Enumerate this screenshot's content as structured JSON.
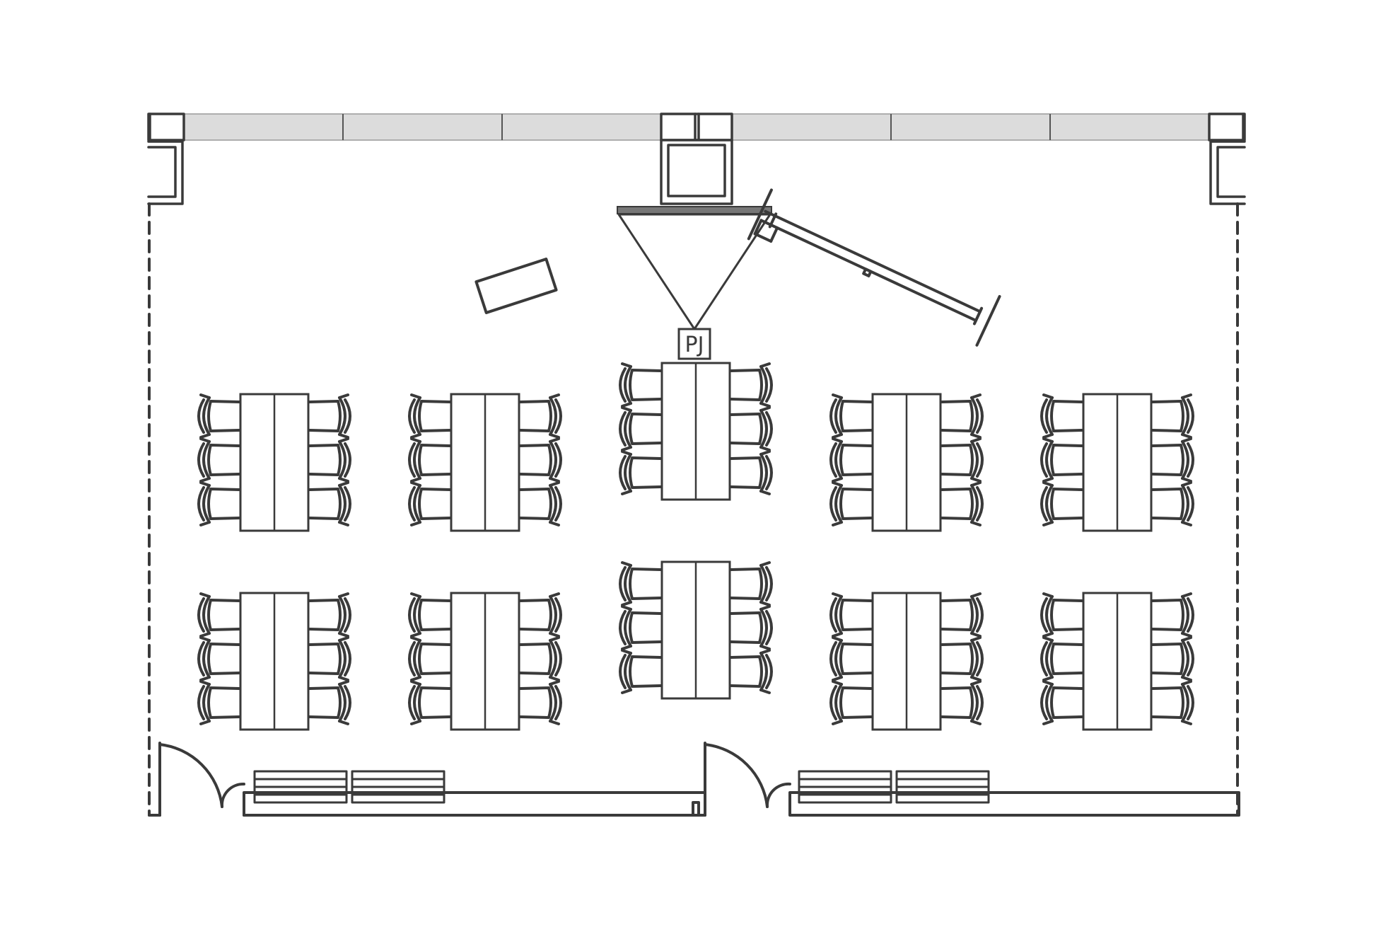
{
  "diagram": {
    "projector_label": "PJ",
    "colors": {
      "line": "#3a3a3a",
      "window": "#dcdcdc",
      "screen": "#777777",
      "background": "#ffffff"
    },
    "tables": {
      "count": 10,
      "chairs_per_table": 6
    },
    "doors": 2,
    "radiators": 4
  }
}
